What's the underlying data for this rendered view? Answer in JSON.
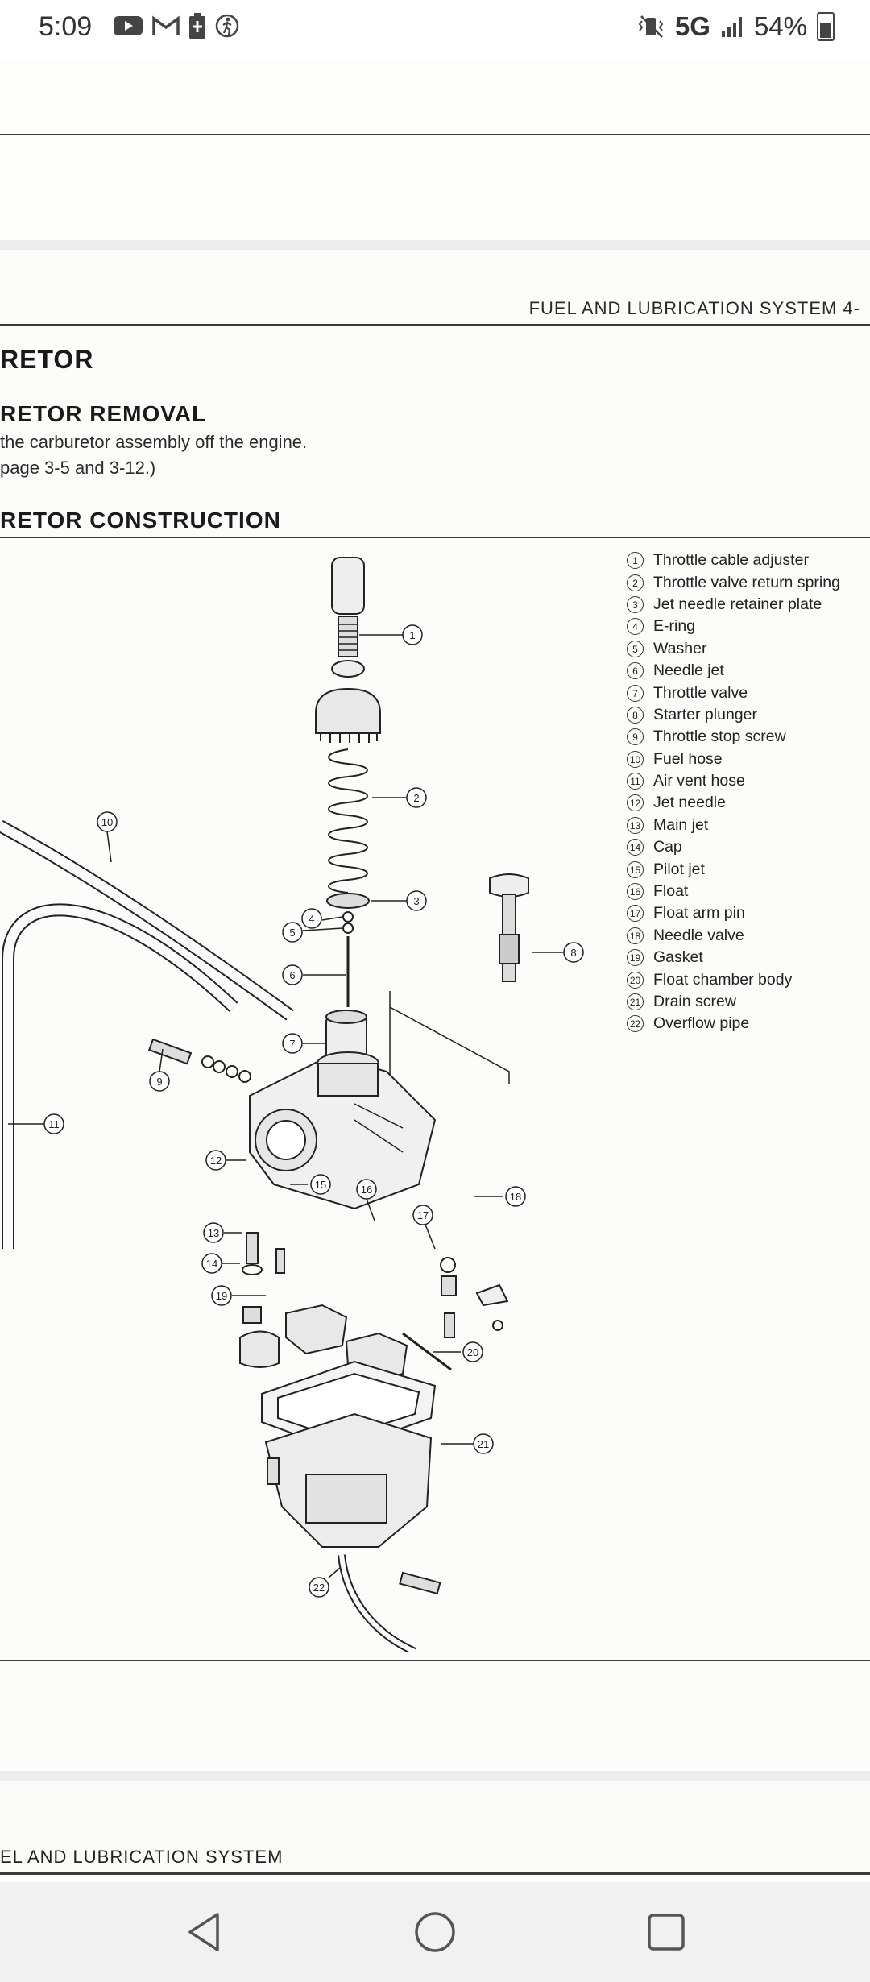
{
  "status_bar": {
    "time": "5:09",
    "left_icons": [
      "youtube-icon",
      "gmail-icon",
      "battery-saver-icon",
      "activity-icon"
    ],
    "network": "5G",
    "battery_percent": "54%"
  },
  "page_top": {},
  "page_main": {
    "running_header": "FUEL AND LUBRICATION SYSTEM   4-",
    "section_title": "RETOR",
    "removal_heading": "RETOR REMOVAL",
    "removal_lines": [
      "the carburetor assembly off the engine.",
      "page 3-5 and 3-12.)"
    ],
    "construction_heading": "RETOR CONSTRUCTION",
    "legend": [
      {
        "num": "1",
        "label": "Throttle cable adjuster"
      },
      {
        "num": "2",
        "label": "Throttle valve return spring"
      },
      {
        "num": "3",
        "label": "Jet needle retainer plate"
      },
      {
        "num": "4",
        "label": "E-ring"
      },
      {
        "num": "5",
        "label": "Washer"
      },
      {
        "num": "6",
        "label": "Needle jet"
      },
      {
        "num": "7",
        "label": "Throttle valve"
      },
      {
        "num": "8",
        "label": "Starter plunger"
      },
      {
        "num": "9",
        "label": "Throttle stop screw"
      },
      {
        "num": "10",
        "label": "Fuel hose"
      },
      {
        "num": "11",
        "label": "Air vent hose"
      },
      {
        "num": "12",
        "label": "Jet needle"
      },
      {
        "num": "13",
        "label": "Main jet"
      },
      {
        "num": "14",
        "label": "Cap"
      },
      {
        "num": "15",
        "label": "Pilot jet"
      },
      {
        "num": "16",
        "label": "Float"
      },
      {
        "num": "17",
        "label": "Float arm pin"
      },
      {
        "num": "18",
        "label": "Needle valve"
      },
      {
        "num": "19",
        "label": "Gasket"
      },
      {
        "num": "20",
        "label": "Float chamber body"
      },
      {
        "num": "21",
        "label": "Drain screw"
      },
      {
        "num": "22",
        "label": "Overflow pipe"
      }
    ],
    "callouts": [
      "1",
      "2",
      "3",
      "4",
      "5",
      "6",
      "7",
      "8",
      "9",
      "10",
      "11",
      "12",
      "13",
      "14",
      "15",
      "16",
      "17",
      "18",
      "19",
      "20",
      "21",
      "22"
    ]
  },
  "page_bottom": {
    "running_footer": "EL AND LUBRICATION SYSTEM"
  },
  "nav_bar": {
    "buttons": [
      "back-icon",
      "home-icon",
      "recents-icon"
    ]
  }
}
